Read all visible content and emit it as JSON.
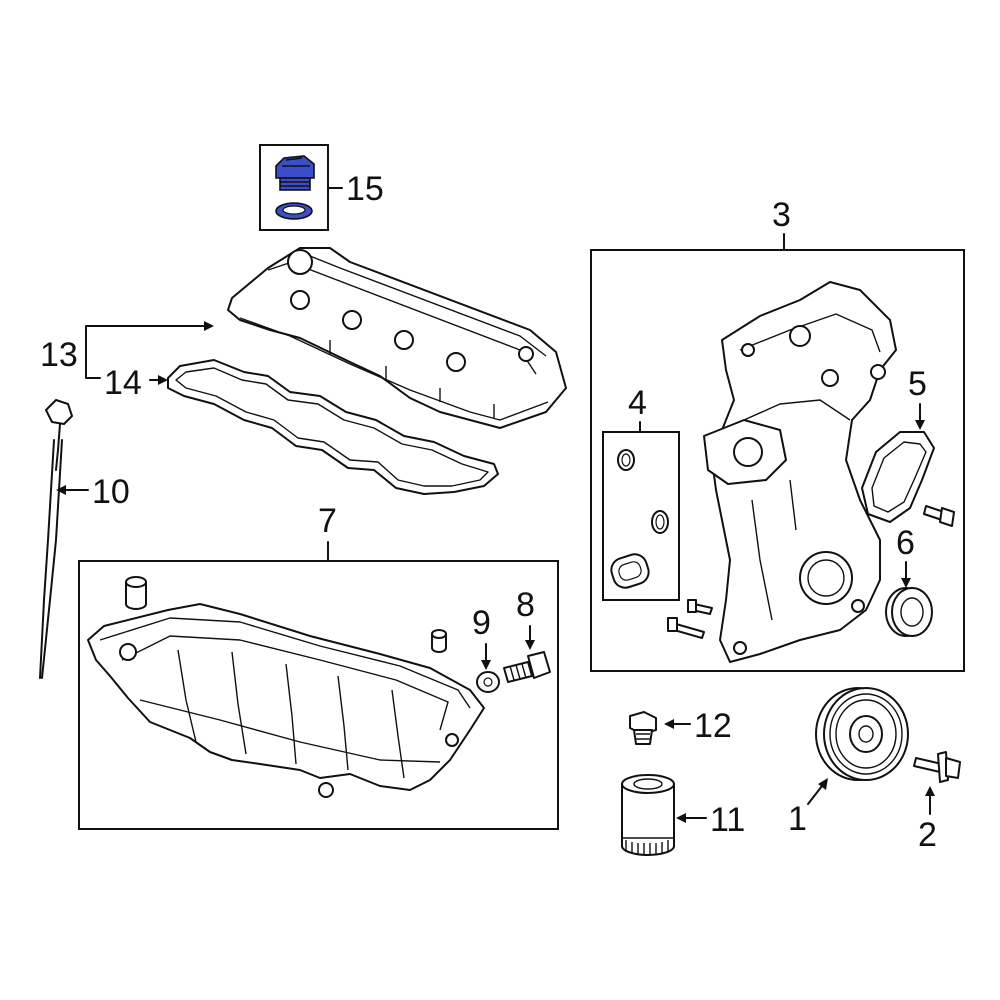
{
  "labels": {
    "l1": "1",
    "l2": "2",
    "l3": "3",
    "l4": "4",
    "l5": "5",
    "l6": "6",
    "l7": "7",
    "l8": "8",
    "l9": "9",
    "l10": "10",
    "l11": "11",
    "l12": "12",
    "l13": "13",
    "l14": "14",
    "l15": "15"
  },
  "colors": {
    "highlight": "#3b4ec9",
    "line": "#111111",
    "background": "#ffffff"
  },
  "parts": [
    {
      "ref": "1",
      "name": "crankshaft-pulley"
    },
    {
      "ref": "2",
      "name": "pulley-bolt"
    },
    {
      "ref": "3",
      "name": "timing-cover"
    },
    {
      "ref": "4",
      "name": "o-ring-set"
    },
    {
      "ref": "5",
      "name": "cover-plate"
    },
    {
      "ref": "6",
      "name": "crankshaft-seal"
    },
    {
      "ref": "7",
      "name": "oil-pan"
    },
    {
      "ref": "8",
      "name": "drain-plug"
    },
    {
      "ref": "9",
      "name": "drain-plug-gasket"
    },
    {
      "ref": "10",
      "name": "dipstick"
    },
    {
      "ref": "11",
      "name": "oil-filter"
    },
    {
      "ref": "12",
      "name": "pressure-switch"
    },
    {
      "ref": "13",
      "name": "valve-cover"
    },
    {
      "ref": "14",
      "name": "valve-cover-gasket"
    },
    {
      "ref": "15",
      "name": "oil-filler-cap"
    }
  ]
}
